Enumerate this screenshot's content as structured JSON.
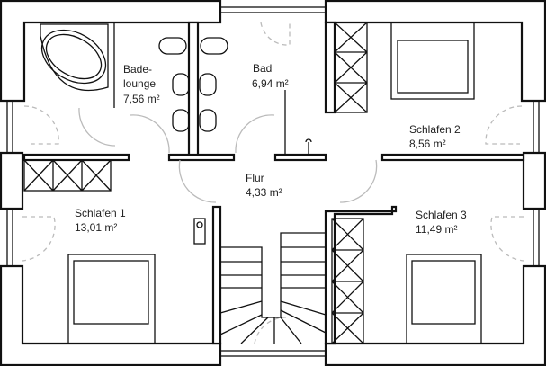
{
  "rooms": {
    "badelounge": {
      "name_line1": "Bade-",
      "name_line2": "lounge",
      "area": "7,56 m²"
    },
    "bad": {
      "name": "Bad",
      "area": "6,94 m²"
    },
    "schlafen2": {
      "name": "Schlafen 2",
      "area": "8,56 m²"
    },
    "flur": {
      "name": "Flur",
      "area": "4,33 m²"
    },
    "schlafen1": {
      "name": "Schlafen 1",
      "area": "13,01 m²"
    },
    "schlafen3": {
      "name": "Schlafen 3",
      "area": "11,49 m²"
    }
  }
}
